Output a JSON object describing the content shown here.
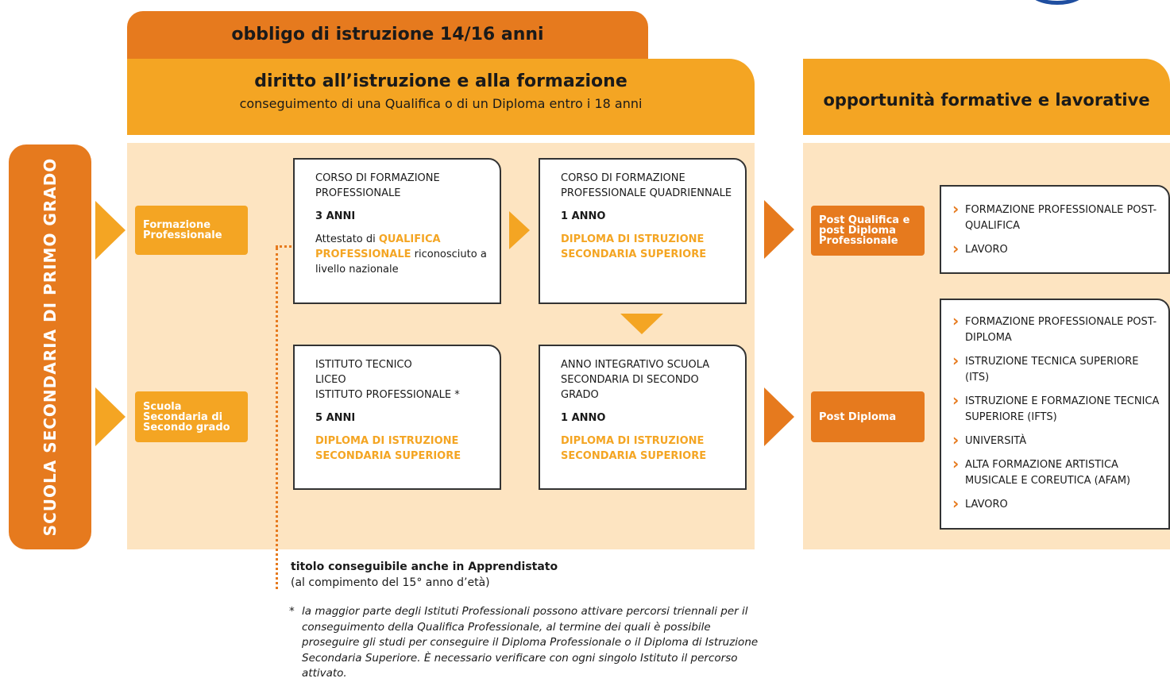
{
  "header": {
    "obbligo": "obbligo di istruzione 14/16 anni",
    "diritto_title": "diritto all’istruzione e alla formazione",
    "diritto_subtitle": "conseguimento di una Qualifica o di un Diploma entro i 18 anni",
    "opportunita": "opportunità formative e lavorative"
  },
  "vertical_label": "SCUOLA SECONDARIA DI PRIMO GRADO",
  "tags": {
    "formazione": "Formazione Professionale",
    "scuola": "Scuola Secondaria di Secondo grado",
    "post_qualifica": "Post Qualifica e post Diploma Professionale",
    "post_diploma": "Post Diploma"
  },
  "boxes": {
    "corso_fp": {
      "title": "CORSO DI FORMAZIONE PROFESSIONALE",
      "duration": "3 ANNI",
      "desc_a": "Attestato di ",
      "desc_hl": "QUALIFICA PROFESSIONALE",
      "desc_b": " riconosciuto a livello nazionale"
    },
    "corso_quad": {
      "title": "CORSO DI FORMAZIONE PROFESSIONALE QUADRIENNALE",
      "duration": "1 ANNO",
      "diploma": "DIPLOMA DI ISTRUZIONE SECONDARIA SUPERIORE"
    },
    "istituto": {
      "line1": "ISTITUTO TECNICO",
      "line2": "LICEO",
      "line3": "ISTITUTO PROFESSIONALE *",
      "duration": "5 ANNI",
      "diploma": "DIPLOMA DI ISTRUZIONE SECONDARIA SUPERIORE"
    },
    "anno_int": {
      "title": "ANNO INTEGRATIVO SCUOLA SECONDARIA DI SECONDO GRADO",
      "duration": "1 ANNO",
      "diploma": "DIPLOMA DI ISTRUZIONE SECONDARIA SUPERIORE"
    }
  },
  "lists": {
    "post_qualifica": [
      "FORMAZIONE PROFESSIONALE POST-QUALIFICA",
      "LAVORO"
    ],
    "post_diploma": [
      "FORMAZIONE PROFESSIONALE POST-DIPLOMA",
      "ISTRUZIONE TECNICA SUPERIORE (ITS)",
      "ISTRUZIONE E FORMAZIONE TECNICA SUPERIORE (IFTS)",
      "UNIVERSITÀ",
      "ALTA FORMAZIONE ARTISTICA MUSICALE E COREUTICA (AFAM)",
      "LAVORO"
    ]
  },
  "notes": {
    "apprendistato_bold": "titolo conseguibile anche in Apprendistato",
    "apprendistato_sub": "(al compimento del 15° anno d’età)",
    "asterisk": "*",
    "footnote": "la maggior parte degli Istituti Professionali possono attivare percorsi triennali per il conseguimento della Qualifica Professionale, al termine dei quali è possibile proseguire gli studi per conseguire il Diploma Professionale o il Diploma di Istruzione Secondaria Superiore. È necessario verificare con ogni singolo Istituto il percorso attivato."
  },
  "colors": {
    "dark_orange": "#e67a1e",
    "orange": "#f4a523",
    "panel": "#fde4c1"
  },
  "icons": [
    "chevron-right-icon",
    "arrow-right-icon",
    "arrow-down-icon",
    "logo-icon"
  ]
}
